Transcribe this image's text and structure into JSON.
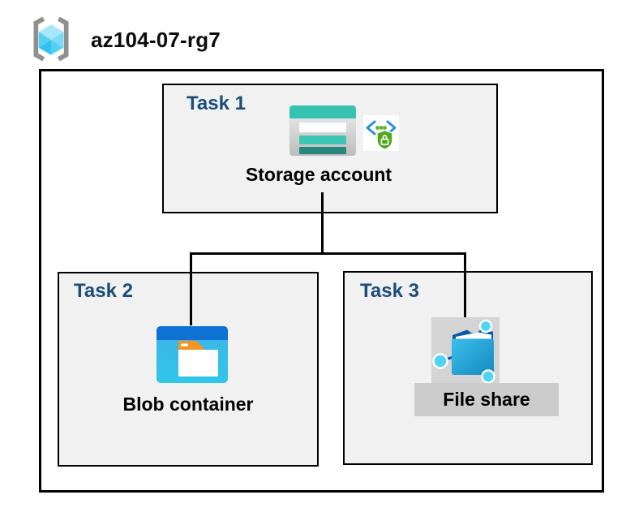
{
  "resource_group": {
    "title": "az104-07-rg7",
    "icon": "resource-group-icon"
  },
  "tasks": [
    {
      "label": "Task 1",
      "item": "Storage account",
      "icons": [
        "storage-account-icon",
        "secure-access-icon"
      ]
    },
    {
      "label": "Task 2",
      "item": "Blob container",
      "icons": [
        "blob-container-icon"
      ]
    },
    {
      "label": "Task 3",
      "item": "File share",
      "icons": [
        "file-share-icon"
      ]
    }
  ],
  "connections": [
    {
      "from": "Storage account",
      "to": "Blob container"
    },
    {
      "from": "Storage account",
      "to": "File share"
    }
  ],
  "colors": {
    "navy": "#1a4e79",
    "box-bg": "#f1f1f1",
    "icon-bg": "#d4d4d4",
    "label-bg": "#cccccc",
    "line": "#000000",
    "teal": "#36c2b0",
    "teal-dark": "#27877b",
    "blue": "#0e72d2",
    "cyan": "#2fc7e9",
    "orange": "#f79420",
    "shield-green": "#54a61f",
    "bracket-gray": "#8f8f8f",
    "cube-cyan": "#55d0f3"
  }
}
